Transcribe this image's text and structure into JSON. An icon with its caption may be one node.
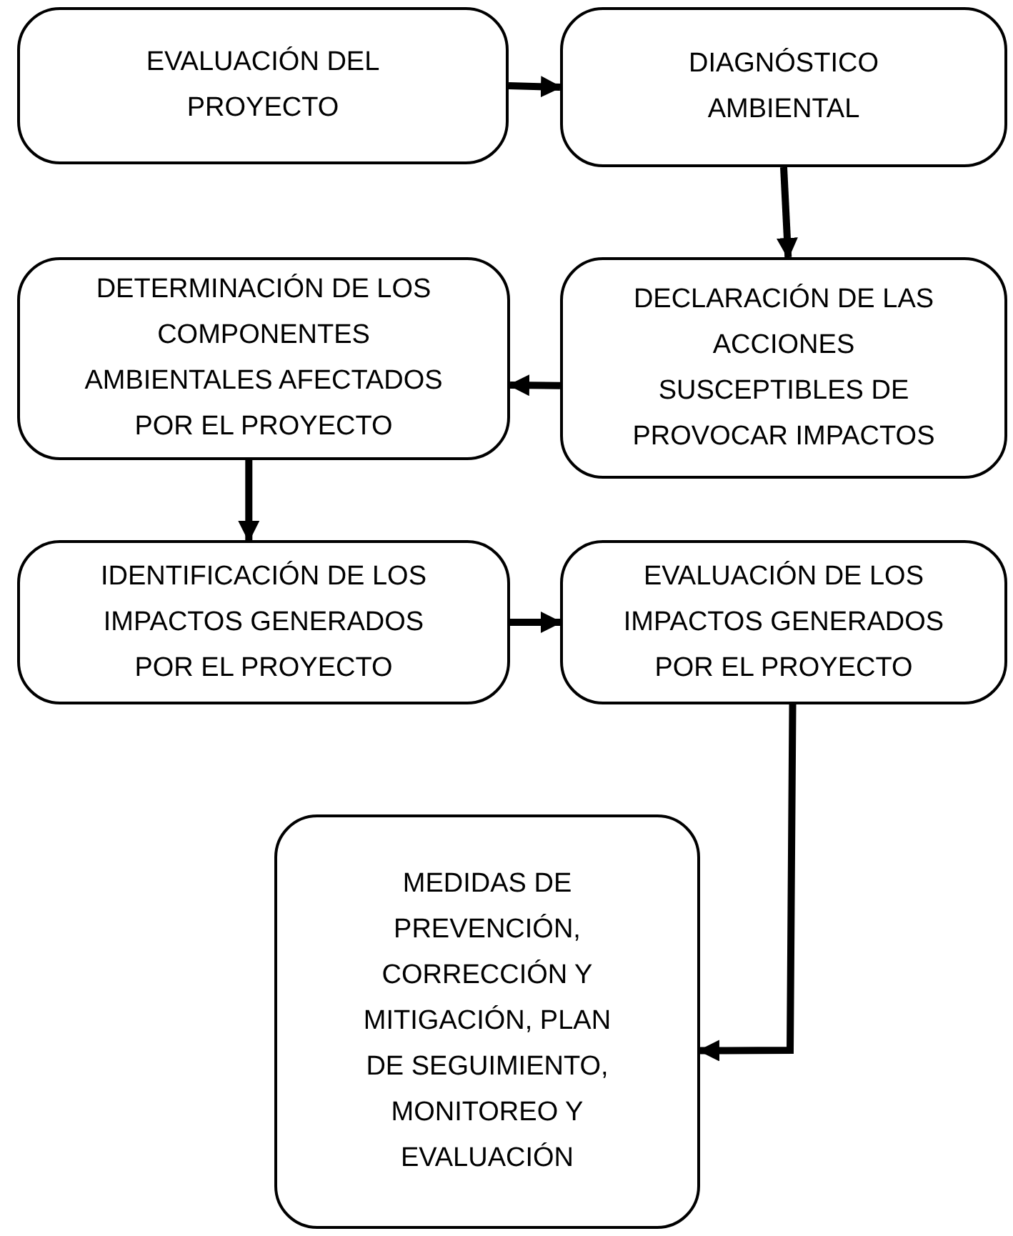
{
  "diagram": {
    "nodes": [
      {
        "text": [
          "EVALUACIÓN DEL PROYECTO"
        ]
      },
      {
        "text": [
          "DIAGNÓSTICO AMBIENTAL"
        ]
      },
      {
        "text": [
          "DECLARACIÓN DE LAS ACCIONES SUSCEPTIBLES DE PROVOCAR IMPACTOS"
        ]
      },
      {
        "text": [
          "DETERMINACIÓN DE LOS COMPONENTES AMBIENTALES AFECTADOS POR EL PROYECTO"
        ]
      },
      {
        "text": [
          "IDENTIFICACIÓN DE LOS IMPACTOS GENERADOS POR EL PROYECTO"
        ]
      },
      {
        "text": [
          "EVALUACIÓN DE LOS IMPACTOS GENERADOS POR EL PROYECTO"
        ]
      },
      {
        "text": [
          "MEDIDAS DE PREVENCIÓN, CORRECCIÓN Y MITIGACIÓN, PLAN DE SEGUIMIENTO, MONITOREO Y EVALUACIÓN"
        ]
      }
    ],
    "edges": [
      {
        "from": 0,
        "to": 1,
        "arrow": "to"
      },
      {
        "from": 1,
        "to": 2,
        "arrow": "to"
      },
      {
        "from": 2,
        "to": 3,
        "arrow": "to"
      },
      {
        "from": 3,
        "to": 4,
        "arrow": "to"
      },
      {
        "from": 4,
        "to": 5,
        "arrow": "to"
      },
      {
        "from": 5,
        "to": 6,
        "arrow": "to"
      }
    ]
  }
}
